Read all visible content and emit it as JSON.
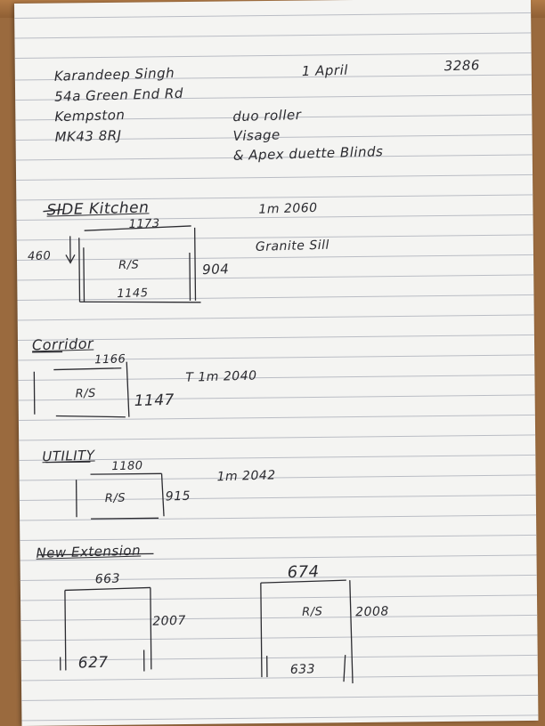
{
  "header": {
    "customer_name": "Karandeep Singh",
    "address_line1": "54a Green End Rd",
    "address_line2": "Kempston",
    "postcode": "MK43 8RJ",
    "date": "1 April",
    "job_number": "3286",
    "products": [
      "duo roller",
      "Visage",
      "& Apex duette Blinds"
    ]
  },
  "sections": [
    {
      "title": "SIDE Kitchen",
      "top_width": "1173",
      "bottom_width": "1145",
      "height": "904",
      "depth": "460",
      "fit": "R/S",
      "note": "1m 2060",
      "extra": "Granite Sill"
    },
    {
      "title": "Corridor",
      "top_width": "1166",
      "height": "1147",
      "fit": "R/S",
      "note": "T 1m 2040"
    },
    {
      "title": "UTILITY",
      "top_width": "1180",
      "height": "915",
      "fit": "R/S",
      "note": "1m 2042"
    },
    {
      "title": "New Extension",
      "windows": [
        {
          "top_width": "663",
          "height": "2007",
          "bottom_width": "627"
        },
        {
          "top_width": "674",
          "height": "2008",
          "fit": "R/S",
          "bottom_width": "633"
        }
      ]
    }
  ]
}
